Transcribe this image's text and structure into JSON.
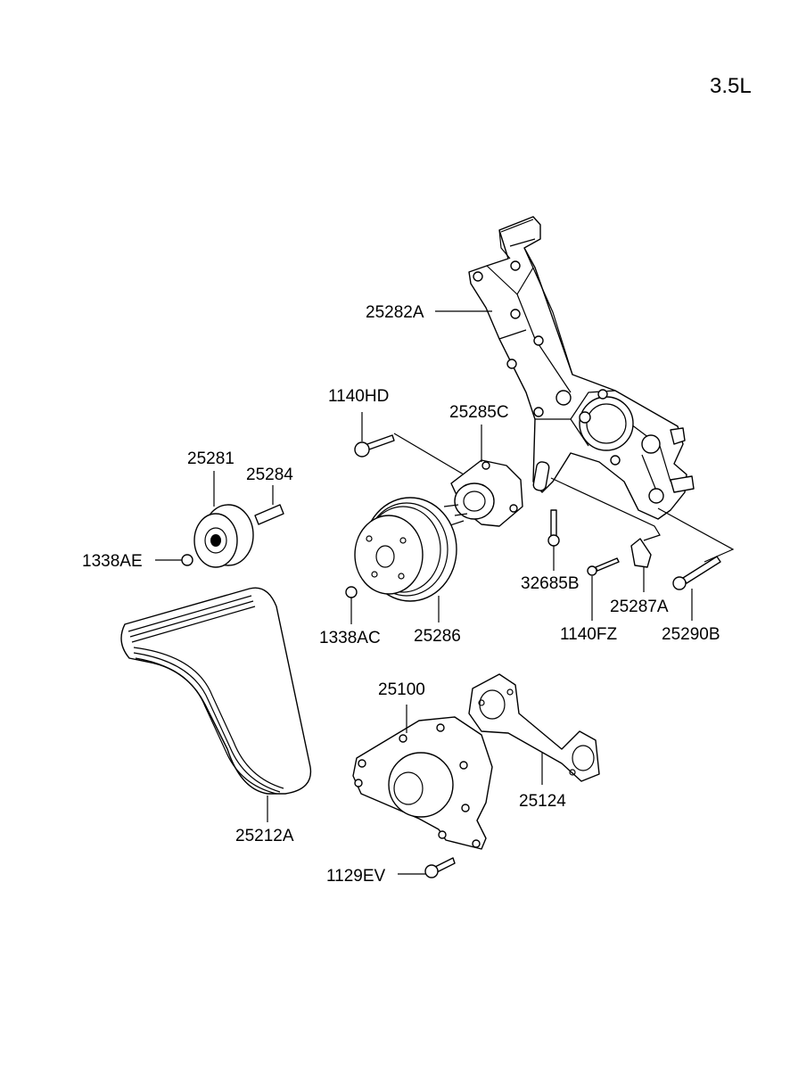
{
  "diagram": {
    "engine_label": "3.5L",
    "parts": [
      {
        "id": "p25282A",
        "number": "25282A"
      },
      {
        "id": "p1140HD",
        "number": "1140HD"
      },
      {
        "id": "p25285C",
        "number": "25285C"
      },
      {
        "id": "p25281",
        "number": "25281"
      },
      {
        "id": "p25284",
        "number": "25284"
      },
      {
        "id": "p1338AE",
        "number": "1338AE"
      },
      {
        "id": "p32685B",
        "number": "32685B"
      },
      {
        "id": "p25287A",
        "number": "25287A"
      },
      {
        "id": "p1338AC",
        "number": "1338AC"
      },
      {
        "id": "p25286",
        "number": "25286"
      },
      {
        "id": "p1140FZ",
        "number": "1140FZ"
      },
      {
        "id": "p25290B",
        "number": "25290B"
      },
      {
        "id": "p25100",
        "number": "25100"
      },
      {
        "id": "p25124",
        "number": "25124"
      },
      {
        "id": "p25212A",
        "number": "25212A"
      },
      {
        "id": "p1129EV",
        "number": "1129EV"
      }
    ]
  }
}
